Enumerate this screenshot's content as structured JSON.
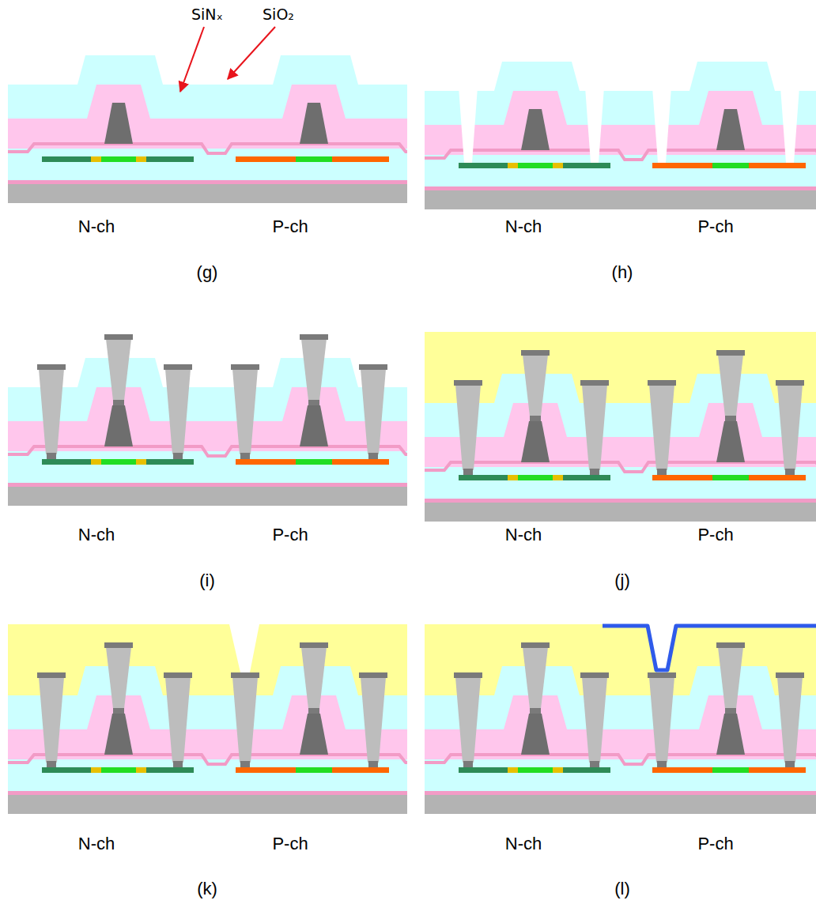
{
  "diagram": {
    "labels": [
      "SiNₓ",
      "SiO₂",
      "N-ch",
      "P-ch",
      "N-ch",
      "P-ch",
      "(g)",
      "(h)",
      "N-ch",
      "P-ch",
      "N-ch",
      "P-ch",
      "(i)",
      "(j)",
      "N-ch",
      "P-ch",
      "N-ch",
      "P-ch",
      "(k)",
      "(l)"
    ]
  }
}
